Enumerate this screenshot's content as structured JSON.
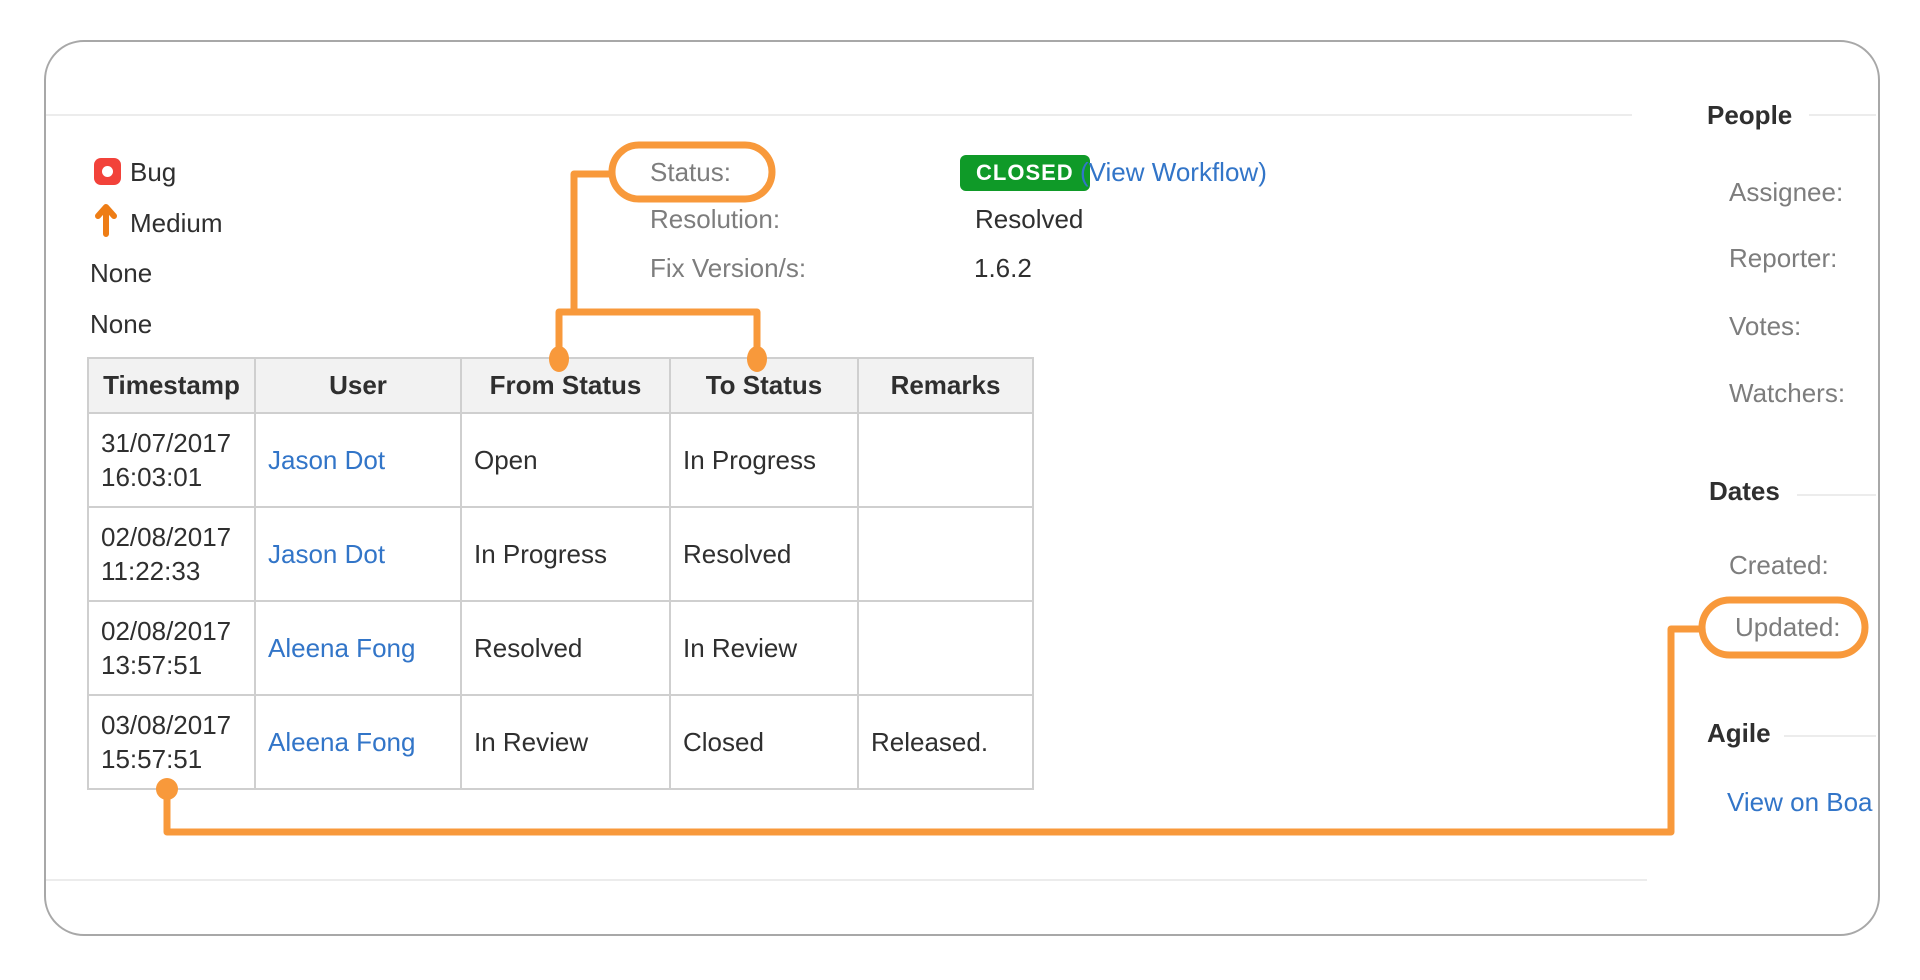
{
  "colors": {
    "annotation_orange": "#F8993B",
    "priority_orange": "#EE7D16",
    "bug_red": "#F2423A",
    "badge_green": "#0F9A28",
    "link_blue": "#3275C8",
    "label_gray": "#7D7D7D",
    "text_dark": "#2F2F2F"
  },
  "details": {
    "type": {
      "icon": "bug-icon",
      "label": "Bug"
    },
    "priority": {
      "icon": "arrow-up-icon",
      "label": "Medium"
    },
    "extra_values": [
      "None",
      "None"
    ],
    "status": {
      "label": "Status:",
      "badge": "CLOSED",
      "workflow_link": "(View Workflow)"
    },
    "resolution": {
      "label": "Resolution:",
      "value": "Resolved"
    },
    "fix_versions": {
      "label": "Fix Version/s:",
      "value": "1.6.2"
    }
  },
  "history_table": {
    "columns": [
      "Timestamp",
      "User",
      "From Status",
      "To Status",
      "Remarks"
    ],
    "rows": [
      {
        "timestamp_date": "31/07/2017",
        "timestamp_time": "16:03:01",
        "user": "Jason Dot",
        "from": "Open",
        "to": "In Progress",
        "remarks": ""
      },
      {
        "timestamp_date": "02/08/2017",
        "timestamp_time": "11:22:33",
        "user": "Jason Dot",
        "from": "In Progress",
        "to": "Resolved",
        "remarks": ""
      },
      {
        "timestamp_date": "02/08/2017",
        "timestamp_time": "13:57:51",
        "user": "Aleena Fong",
        "from": "Resolved",
        "to": "In Review",
        "remarks": ""
      },
      {
        "timestamp_date": "03/08/2017",
        "timestamp_time": "15:57:51",
        "user": "Aleena Fong",
        "from": "In Review",
        "to": "Closed",
        "remarks": "Released."
      }
    ]
  },
  "sidebar": {
    "people": {
      "heading": "People",
      "labels": [
        "Assignee:",
        "Reporter:",
        "Votes:",
        "Watchers:"
      ]
    },
    "dates": {
      "heading": "Dates",
      "created_label": "Created:",
      "updated_label": "Updated:"
    },
    "agile": {
      "heading": "Agile",
      "board_link": "View on Boa"
    }
  }
}
